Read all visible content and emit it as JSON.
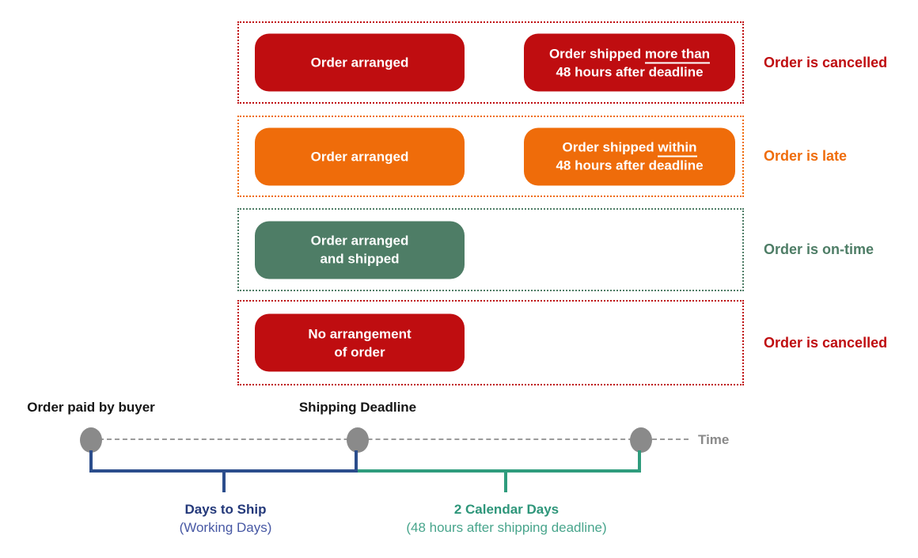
{
  "palette": {
    "red": "#bf0d10",
    "orange": "#ef6c0a",
    "green": "#4e7d66",
    "navy": "#2b4d8c",
    "navy_text": "#24397a",
    "navy_sub": "#4758a4",
    "teal": "#2f9c7d",
    "teal_text": "#2e967a",
    "teal_sub": "#48a58c",
    "gray": "#8a8a8a",
    "black": "#161616"
  },
  "rows": [
    {
      "color": "#bf0d10",
      "left_box": {
        "line1": "Order arranged"
      },
      "right_box": {
        "pre": "Order shipped ",
        "underline": "more than",
        "line2": "48 hours after deadline"
      },
      "outcome": "Order is cancelled"
    },
    {
      "color": "#ef6c0a",
      "left_box": {
        "line1": "Order arranged"
      },
      "right_box": {
        "pre": "Order shipped ",
        "underline": "within",
        "line2": "48 hours after deadline"
      },
      "outcome": "Order is late"
    },
    {
      "color": "#4e7d66",
      "left_box": {
        "line1": "Order arranged",
        "line2": "and shipped"
      },
      "outcome": "Order is on-time"
    },
    {
      "color": "#bf0d10",
      "left_box": {
        "line1": "No arrangement",
        "line2": "of order"
      },
      "outcome": "Order is cancelled"
    }
  ],
  "timeline": {
    "milestones": [
      "Order paid by buyer",
      "Shipping Deadline"
    ],
    "axis_label": "Time",
    "spans": [
      {
        "label": "Days to Ship",
        "sublabel": "(Working Days)"
      },
      {
        "label": "2 Calendar Days",
        "sublabel": "(48 hours after shipping deadline)"
      }
    ]
  }
}
